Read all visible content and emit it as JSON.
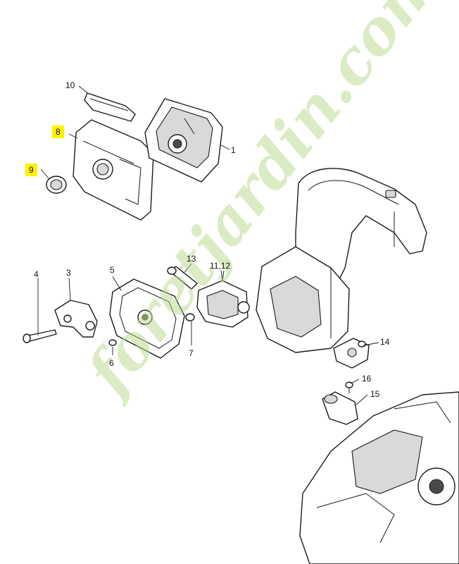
{
  "callouts": [
    {
      "id": "c1",
      "text": "1",
      "highlight": false
    },
    {
      "id": "c3",
      "text": "3",
      "highlight": false
    },
    {
      "id": "c4",
      "text": "4",
      "highlight": false
    },
    {
      "id": "c5",
      "text": "5",
      "highlight": false
    },
    {
      "id": "c6",
      "text": "6",
      "highlight": false
    },
    {
      "id": "c7",
      "text": "7",
      "highlight": false
    },
    {
      "id": "c8",
      "text": "8",
      "highlight": true
    },
    {
      "id": "c9",
      "text": "9",
      "highlight": true
    },
    {
      "id": "c10",
      "text": "10",
      "highlight": false
    },
    {
      "id": "c11",
      "text": "11,12",
      "highlight": false
    },
    {
      "id": "c13",
      "text": "13",
      "highlight": false
    },
    {
      "id": "c14",
      "text": "14",
      "highlight": false
    },
    {
      "id": "c15",
      "text": "15",
      "highlight": false
    },
    {
      "id": "c16",
      "text": "16",
      "highlight": false
    }
  ],
  "watermark": {
    "text": "foretjardin.com",
    "colors": {
      "green": "#b9d98a",
      "orange": "#f3c089",
      "tan": "#c9bda8"
    }
  },
  "highlight_color": "#fff200"
}
